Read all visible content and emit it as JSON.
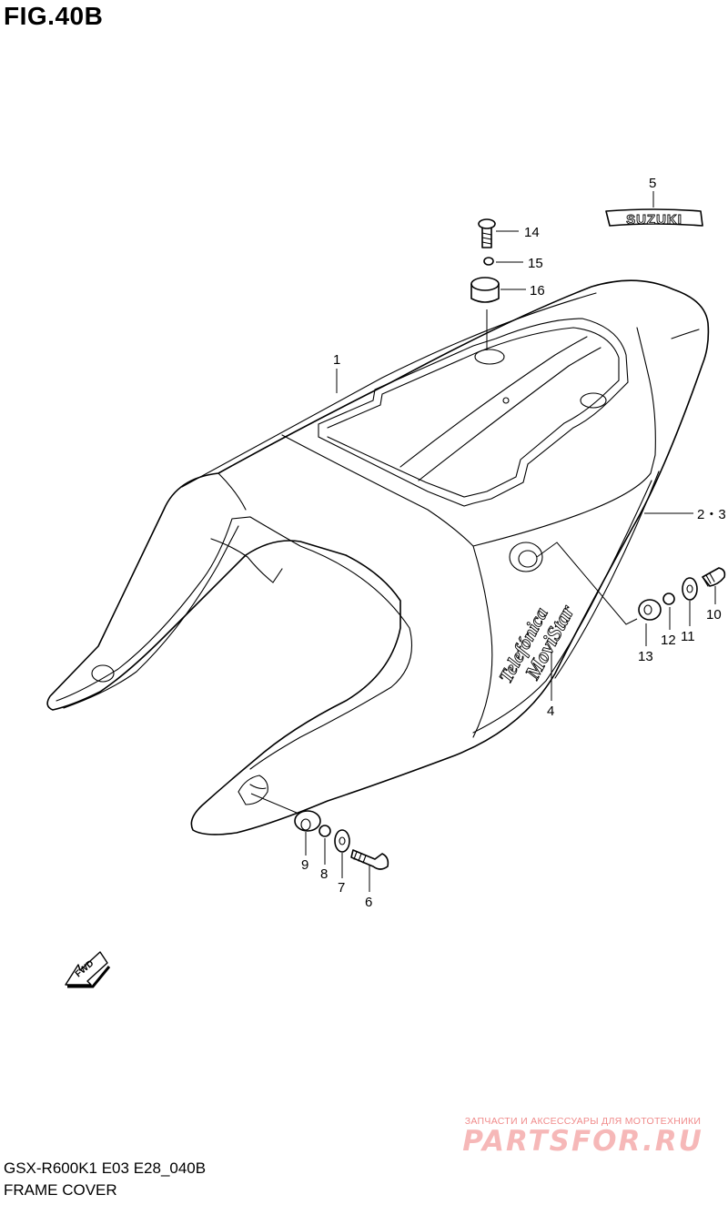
{
  "figure": {
    "title": "FIG.40B",
    "model_code": "GSX-R600K1 E03 E28_040B",
    "section_name": "FRAME COVER"
  },
  "decals": {
    "brand": "SUZUKI",
    "sponsor_1": "Telefónica",
    "sponsor_2": "MoviStar"
  },
  "direction_marker": "FWD",
  "callouts": {
    "p1": "1",
    "p2_3": "2・3",
    "p4": "4",
    "p5": "5",
    "p6": "6",
    "p7": "7",
    "p8": "8",
    "p9": "9",
    "p10": "10",
    "p11": "11",
    "p12": "12",
    "p13": "13",
    "p14": "14",
    "p15": "15",
    "p16": "16"
  },
  "watermark": {
    "caption": "ЗАПЧАСТИ И АКСЕССУАРЫ ДЛЯ МОТОТЕХНИКИ",
    "logo": "PARTSFOR.RU"
  }
}
